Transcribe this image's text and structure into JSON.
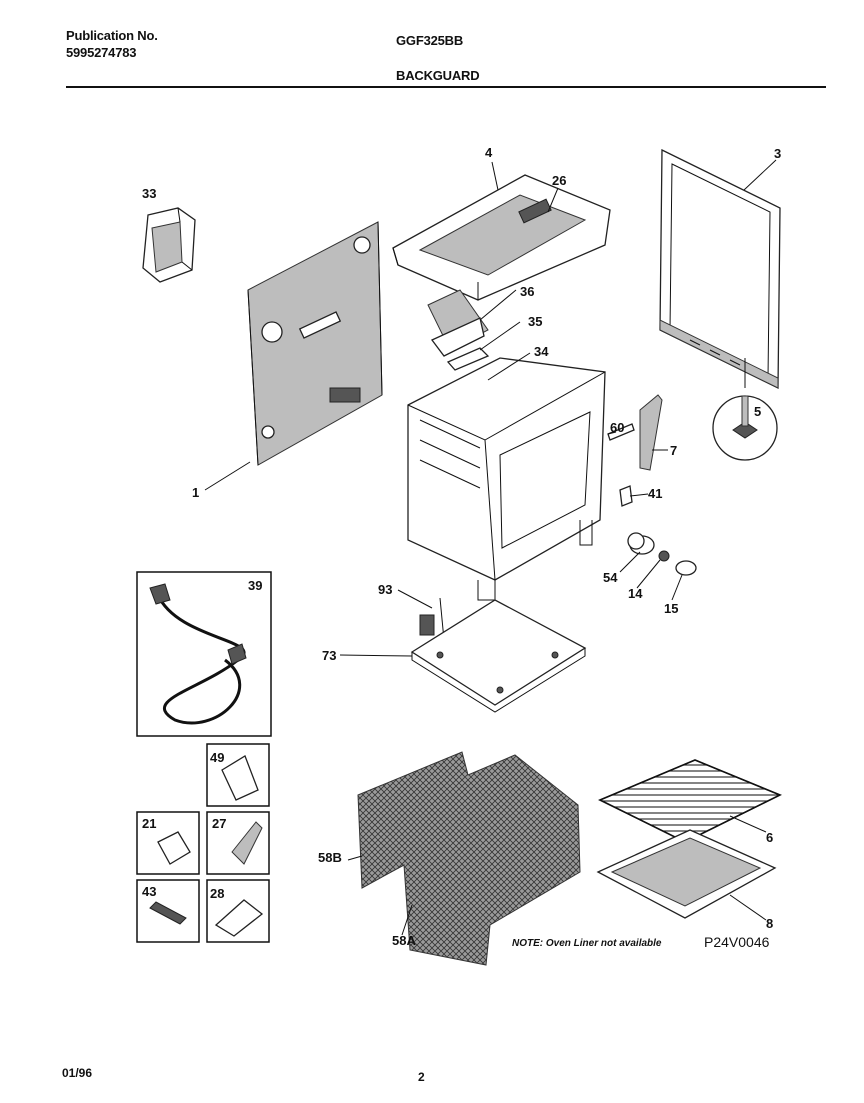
{
  "header": {
    "publication_label": "Publication No.",
    "publication_number": "5995274783",
    "model": "GGF325BB",
    "section": "BACKGUARD"
  },
  "callouts": [
    "1",
    "3",
    "4",
    "5",
    "6",
    "7",
    "8",
    "14",
    "15",
    "21",
    "26",
    "27",
    "28",
    "33",
    "34",
    "35",
    "36",
    "39",
    "41",
    "43",
    "49",
    "54",
    "58A",
    "58B",
    "60",
    "73",
    "93"
  ],
  "note": "NOTE: Oven Liner not available",
  "figure_code": "P24V0046",
  "footer": {
    "date": "01/96",
    "page": "2"
  }
}
